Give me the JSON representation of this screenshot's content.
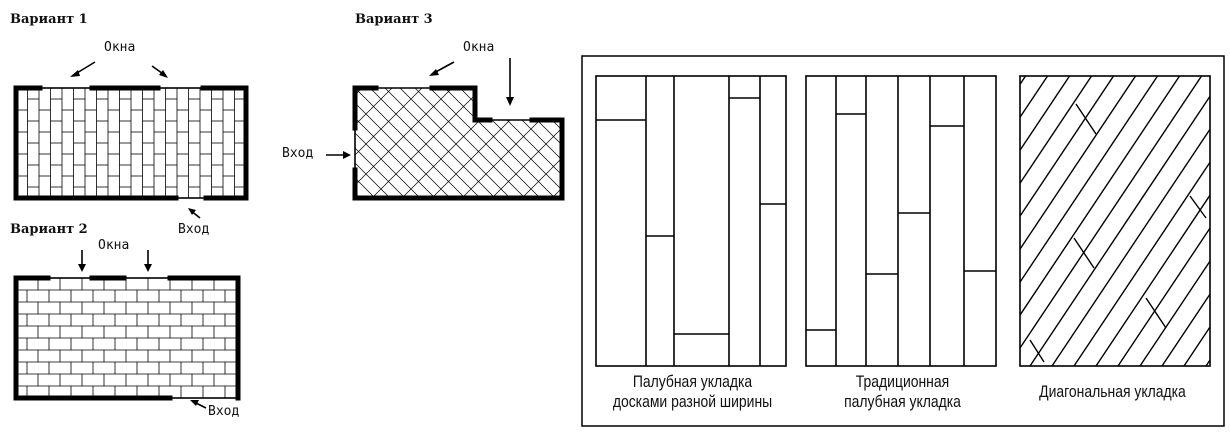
{
  "variant1": {
    "title": "Вариант 1",
    "windows": "Окна",
    "entrance": "Вход"
  },
  "variant2": {
    "title": "Вариант 2",
    "windows": "Окна",
    "entrance": "Вход"
  },
  "variant3": {
    "title": "Вариант 3",
    "windows": "Окна",
    "entrance": "Вход"
  },
  "panels": [
    {
      "caption_line1": "Палубная укладка",
      "caption_line2": "досками разной ширины"
    },
    {
      "caption_line1": "Традиционная",
      "caption_line2": "палубная укладка"
    },
    {
      "caption_line1": "Диагональная укладка",
      "caption_line2": ""
    }
  ]
}
